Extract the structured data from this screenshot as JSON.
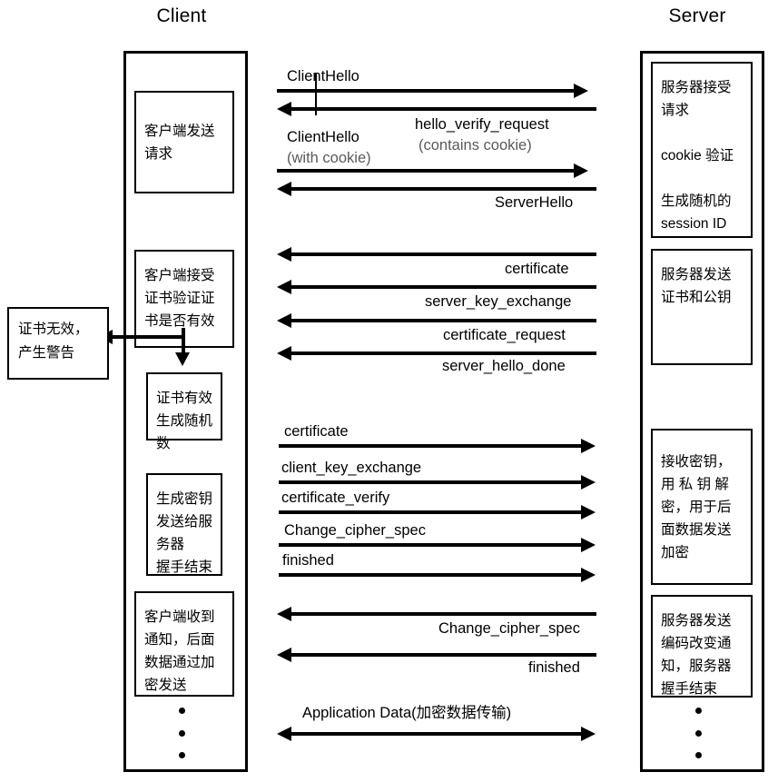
{
  "headers": {
    "client": "Client",
    "server": "Server"
  },
  "client_notes": [
    {
      "text": "客户端发送\n请求"
    },
    {
      "text": "客户端接受\n证书验证证\n书是否有效"
    },
    {
      "text": "证书有效\n生成随机\n数"
    },
    {
      "text": "生成密钥\n发送给服\n务器\n握手结束"
    },
    {
      "text": "客户端收到\n通知，后面\n数据通过加\n密发送"
    }
  ],
  "alert_box": {
    "text": "证书无效，\n产生警告"
  },
  "server_notes": [
    {
      "text": "服务器接受\n请求\n\ncookie 验证\n\n生成随机的\nsession ID"
    },
    {
      "text": "服务器发送\n证书和公钥"
    },
    {
      "text": "接收密钥，\n用 私 钥 解\n密，用于后\n面数据发送\n加密"
    },
    {
      "text": "服务器发送\n编码改变通\n知，服务器\n握手结束"
    }
  ],
  "messages": [
    {
      "label": "ClientHello",
      "sub": "",
      "direction": "client-to-server"
    },
    {
      "label": "hello_verify_request",
      "sub": "(contains cookie)",
      "direction": "server-to-client"
    },
    {
      "label": "ClientHello",
      "sub": "(with cookie)",
      "direction": "client-to-server"
    },
    {
      "label": "ServerHello",
      "sub": "",
      "direction": "server-to-client"
    },
    {
      "label": "certificate",
      "sub": "",
      "direction": "server-to-client"
    },
    {
      "label": "server_key_exchange",
      "sub": "",
      "direction": "server-to-client"
    },
    {
      "label": "certificate_request",
      "sub": "",
      "direction": "server-to-client"
    },
    {
      "label": "server_hello_done",
      "sub": "",
      "direction": "server-to-client"
    },
    {
      "label": "certificate",
      "sub": "",
      "direction": "client-to-server"
    },
    {
      "label": "client_key_exchange",
      "sub": "",
      "direction": "client-to-server"
    },
    {
      "label": "certificate_verify",
      "sub": "",
      "direction": "client-to-server"
    },
    {
      "label": "Change_cipher_spec",
      "sub": "",
      "direction": "client-to-server"
    },
    {
      "label": "finished",
      "sub": "",
      "direction": "client-to-server"
    },
    {
      "label": "Change_cipher_spec",
      "sub": "",
      "direction": "server-to-client"
    },
    {
      "label": "finished",
      "sub": "",
      "direction": "server-to-client"
    },
    {
      "label": "Application Data(加密数据传输)",
      "sub": "",
      "direction": "bidirectional"
    }
  ],
  "labels": {
    "m1_clienthello": "ClientHello",
    "m2_hello_verify": "hello_verify_request",
    "m2_hello_verify_sub": "(contains cookie)",
    "m3_clienthello": "ClientHello",
    "m3_clienthello_sub": "(with cookie)",
    "m4_serverhello": "ServerHello",
    "m5_certificate": "certificate",
    "m6_server_key_exchange": "server_key_exchange",
    "m7_certificate_request": "certificate_request",
    "m8_server_hello_done": "server_hello_done",
    "m9_certificate": "certificate",
    "m10_client_key_exchange": "client_key_exchange",
    "m11_certificate_verify": "certificate_verify",
    "m12_change_cipher_spec": "Change_cipher_spec",
    "m13_finished": "finished",
    "m14_change_cipher_spec": "Change_cipher_spec",
    "m15_finished": "finished",
    "m16_application_data": "Application Data(加密数据传输)"
  },
  "colors": {
    "stroke": "#000000",
    "background": "#ffffff",
    "muted_text": "#5a5a5a"
  }
}
